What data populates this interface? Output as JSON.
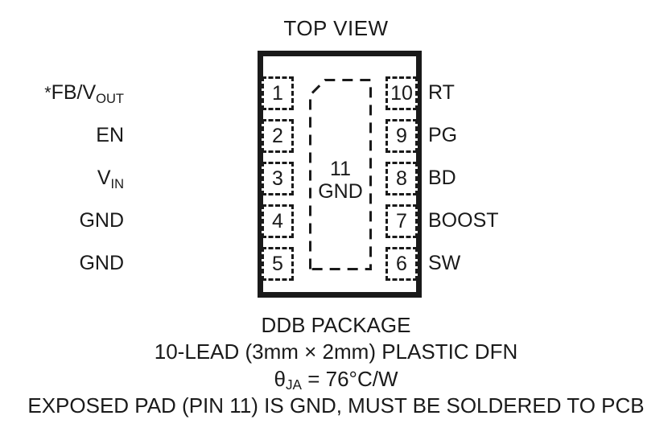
{
  "title": "TOP VIEW",
  "package": {
    "left_pins": [
      {
        "number": "1",
        "label_pre": "*FB/V",
        "label_sub": "OUT",
        "label_post": "",
        "name": "fb-vout"
      },
      {
        "number": "2",
        "label_pre": "EN",
        "label_sub": "",
        "label_post": "",
        "name": "en"
      },
      {
        "number": "3",
        "label_pre": "V",
        "label_sub": "IN",
        "label_post": "",
        "name": "vin"
      },
      {
        "number": "4",
        "label_pre": "GND",
        "label_sub": "",
        "label_post": "",
        "name": "gnd-4"
      },
      {
        "number": "5",
        "label_pre": "GND",
        "label_sub": "",
        "label_post": "",
        "name": "gnd-5"
      }
    ],
    "right_pins": [
      {
        "number": "10",
        "label_pre": "RT",
        "label_sub": "",
        "label_post": "",
        "name": "rt"
      },
      {
        "number": "9",
        "label_pre": "PG",
        "label_sub": "",
        "label_post": "",
        "name": "pg"
      },
      {
        "number": "8",
        "label_pre": "BD",
        "label_sub": "",
        "label_post": "",
        "name": "bd"
      },
      {
        "number": "7",
        "label_pre": "BOOST",
        "label_sub": "",
        "label_post": "",
        "name": "boost"
      },
      {
        "number": "6",
        "label_pre": "SW",
        "label_sub": "",
        "label_post": "",
        "name": "sw"
      }
    ],
    "exposed_pad": {
      "number": "11",
      "label": "GND"
    }
  },
  "caption": {
    "line1": "DDB PACKAGE",
    "line2": "10-LEAD (3mm × 2mm) PLASTIC DFN",
    "line3_pre": "θ",
    "line3_sub": "JA",
    "line3_post": " = 76°C/W",
    "line4": "EXPOSED PAD (PIN 11) IS GND, MUST BE SOLDERED TO PCB"
  },
  "colors": {
    "ink": "#1a1a1a",
    "background": "#ffffff"
  }
}
